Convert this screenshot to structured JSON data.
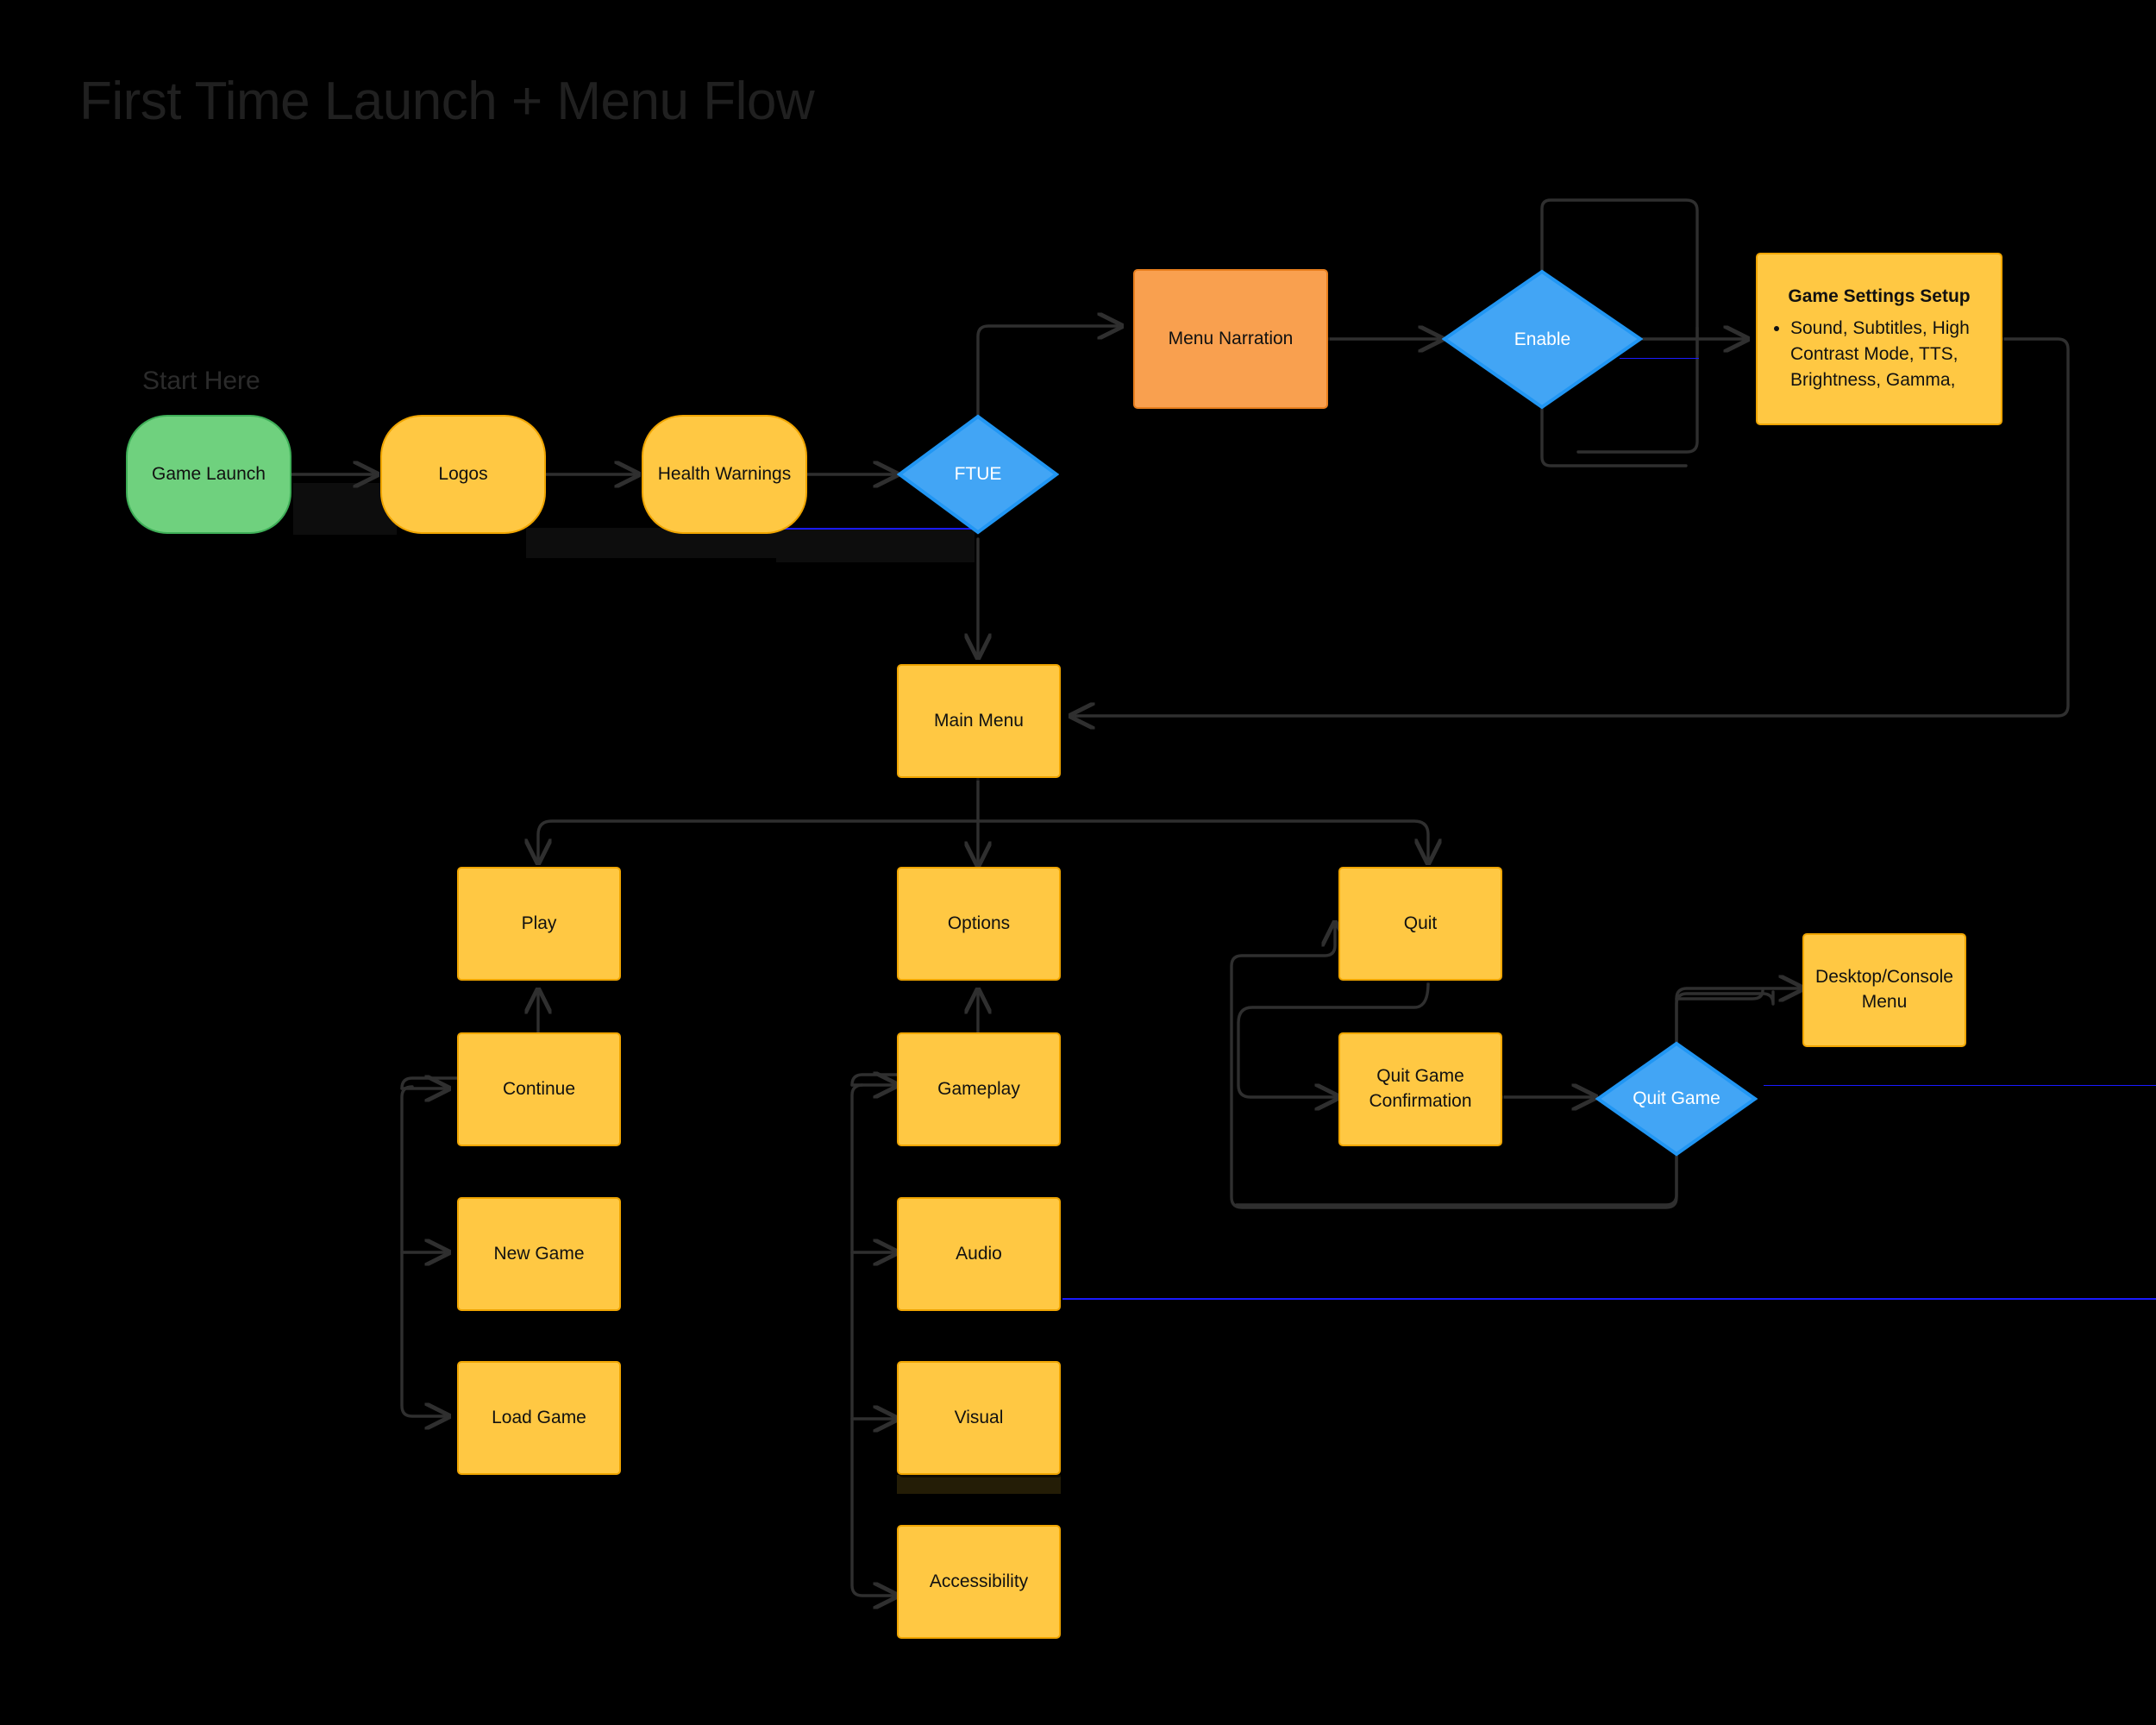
{
  "page": {
    "title": "First Time Launch + Menu Flow",
    "start_label": "Start Here",
    "background_color": "#000000",
    "title_color": "#202020"
  },
  "palette": {
    "yellow_fill": "#FFC843",
    "yellow_border": "#F0A500",
    "green_fill": "#6FD17E",
    "green_border": "#3EAE57",
    "orange_fill": "#F9A04F",
    "orange_border": "#E87F1E",
    "blue_fill": "#42A5F5",
    "blue_border": "#1E88E5",
    "edge_color": "#2b2b2b",
    "text_dark": "#111111",
    "text_light": "#FFFFFF"
  },
  "chart_data": {
    "type": "flowchart",
    "title": "First Time Launch + Menu Flow",
    "nodes": [
      {
        "id": "game-launch",
        "label": "Game Launch",
        "shape": "pill",
        "color": "green"
      },
      {
        "id": "logos",
        "label": "Logos",
        "shape": "pill",
        "color": "yellow"
      },
      {
        "id": "health-warnings",
        "label": "Health Warnings",
        "shape": "pill",
        "color": "yellow"
      },
      {
        "id": "ftue",
        "label": "FTUE",
        "shape": "diamond",
        "color": "blue"
      },
      {
        "id": "menu-narration",
        "label": "Menu Narration",
        "shape": "rect",
        "color": "orange"
      },
      {
        "id": "enable",
        "label": "Enable",
        "shape": "diamond",
        "color": "blue"
      },
      {
        "id": "game-settings",
        "label": "Game Settings Setup",
        "shape": "rect",
        "color": "yellow"
      },
      {
        "id": "main-menu",
        "label": "Main Menu",
        "shape": "rect",
        "color": "yellow"
      },
      {
        "id": "play",
        "label": "Play",
        "shape": "rect",
        "color": "yellow"
      },
      {
        "id": "options",
        "label": "Options",
        "shape": "rect",
        "color": "yellow"
      },
      {
        "id": "quit",
        "label": "Quit",
        "shape": "rect",
        "color": "yellow"
      },
      {
        "id": "continue",
        "label": "Continue",
        "shape": "rect",
        "color": "yellow"
      },
      {
        "id": "new-game",
        "label": "New Game",
        "shape": "rect",
        "color": "yellow"
      },
      {
        "id": "load-game",
        "label": "Load Game",
        "shape": "rect",
        "color": "yellow"
      },
      {
        "id": "gameplay",
        "label": "Gameplay",
        "shape": "rect",
        "color": "yellow"
      },
      {
        "id": "audio",
        "label": "Audio",
        "shape": "rect",
        "color": "yellow"
      },
      {
        "id": "visual",
        "label": "Visual",
        "shape": "rect",
        "color": "yellow"
      },
      {
        "id": "accessibility",
        "label": "Accessibility",
        "shape": "rect",
        "color": "yellow"
      },
      {
        "id": "quit-confirm",
        "label": "Quit Game Confirmation",
        "shape": "rect",
        "color": "yellow"
      },
      {
        "id": "quit-game",
        "label": "Quit Game",
        "shape": "diamond",
        "color": "blue"
      },
      {
        "id": "desktop-console",
        "label": "Desktop/Console Menu",
        "shape": "rect",
        "color": "yellow"
      }
    ],
    "edges": [
      {
        "from": "game-launch",
        "to": "logos"
      },
      {
        "from": "logos",
        "to": "health-warnings"
      },
      {
        "from": "health-warnings",
        "to": "ftue"
      },
      {
        "from": "ftue",
        "to": "menu-narration"
      },
      {
        "from": "ftue",
        "to": "main-menu"
      },
      {
        "from": "menu-narration",
        "to": "enable"
      },
      {
        "from": "enable",
        "to": "game-settings"
      },
      {
        "from": "game-settings",
        "to": "main-menu"
      },
      {
        "from": "main-menu",
        "to": "play"
      },
      {
        "from": "main-menu",
        "to": "options"
      },
      {
        "from": "main-menu",
        "to": "quit"
      },
      {
        "from": "continue",
        "to": "play"
      },
      {
        "from": "new-game",
        "to": "play"
      },
      {
        "from": "load-game",
        "to": "play"
      },
      {
        "from": "gameplay",
        "to": "options"
      },
      {
        "from": "audio",
        "to": "options"
      },
      {
        "from": "visual",
        "to": "options"
      },
      {
        "from": "accessibility",
        "to": "options"
      },
      {
        "from": "quit",
        "to": "quit-confirm"
      },
      {
        "from": "quit-confirm",
        "to": "quit-game"
      },
      {
        "from": "quit-game",
        "to": "desktop-console"
      },
      {
        "from": "quit-game",
        "to": "quit"
      }
    ]
  },
  "nodes": {
    "game_launch": {
      "label": "Game Launch"
    },
    "logos": {
      "label": "Logos"
    },
    "health_warnings": {
      "label": "Health Warnings"
    },
    "ftue": {
      "label": "FTUE"
    },
    "menu_narration": {
      "label": "Menu Narration"
    },
    "enable": {
      "label": "Enable"
    },
    "game_settings": {
      "title": "Game Settings Setup",
      "bullets": [
        "Sound, Subtitles, High Contrast Mode, TTS, Brightness, Gamma,"
      ]
    },
    "main_menu": {
      "label": "Main Menu"
    },
    "play": {
      "label": "Play"
    },
    "options": {
      "label": "Options"
    },
    "quit": {
      "label": "Quit"
    },
    "continue": {
      "label": "Continue"
    },
    "new_game": {
      "label": "New Game"
    },
    "load_game": {
      "label": "Load Game"
    },
    "gameplay": {
      "label": "Gameplay"
    },
    "audio": {
      "label": "Audio"
    },
    "visual": {
      "label": "Visual"
    },
    "accessibility": {
      "label": "Accessibility"
    },
    "quit_confirm": {
      "label": "Quit Game Confirmation"
    },
    "quit_game": {
      "label": "Quit Game"
    },
    "desktop_console": {
      "label": "Desktop/Console Menu"
    }
  }
}
